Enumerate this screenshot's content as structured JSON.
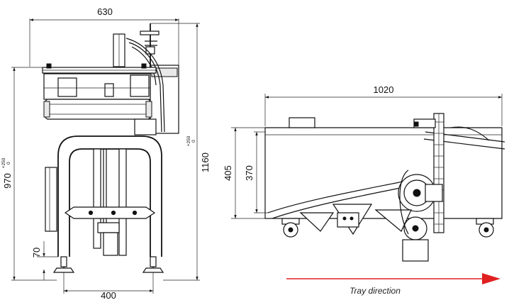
{
  "front_view": {
    "width_top": "630",
    "height_frame": "970",
    "height_frame_tol_upper": "+250",
    "height_frame_tol_lower": "0",
    "height_total": "1160",
    "height_total_tol_upper": "+250",
    "height_total_tol_lower": "0",
    "foot_height": "70",
    "base_width": "400"
  },
  "side_view": {
    "length": "1020",
    "height_outer": "405",
    "height_inner": "370"
  },
  "flow": {
    "caption": "Tray direction",
    "arrow_color": "#e02020"
  }
}
